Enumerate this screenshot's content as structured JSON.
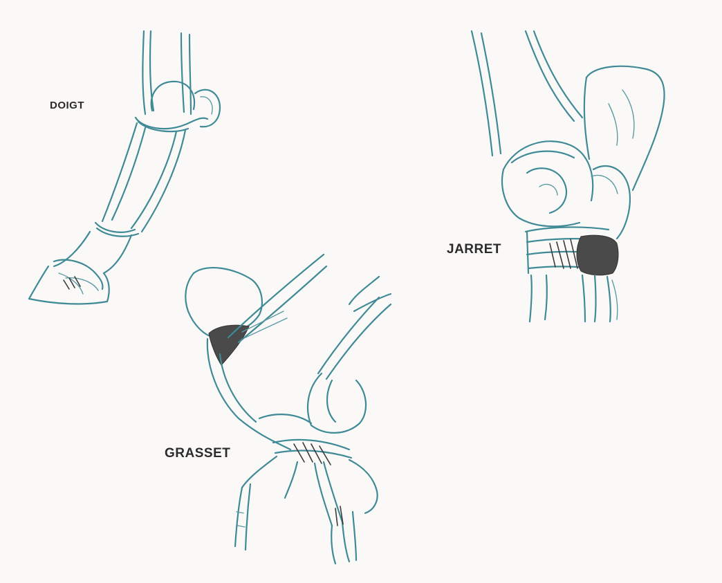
{
  "labels": {
    "doigt": "DOIGT",
    "jarret": "JARRET",
    "grasset": "GRASSET"
  },
  "colors": {
    "background": "#fbf9f7",
    "outline": "#3f8a96",
    "shading": "#4a4a4a",
    "label_text": "#2b2b2b"
  }
}
